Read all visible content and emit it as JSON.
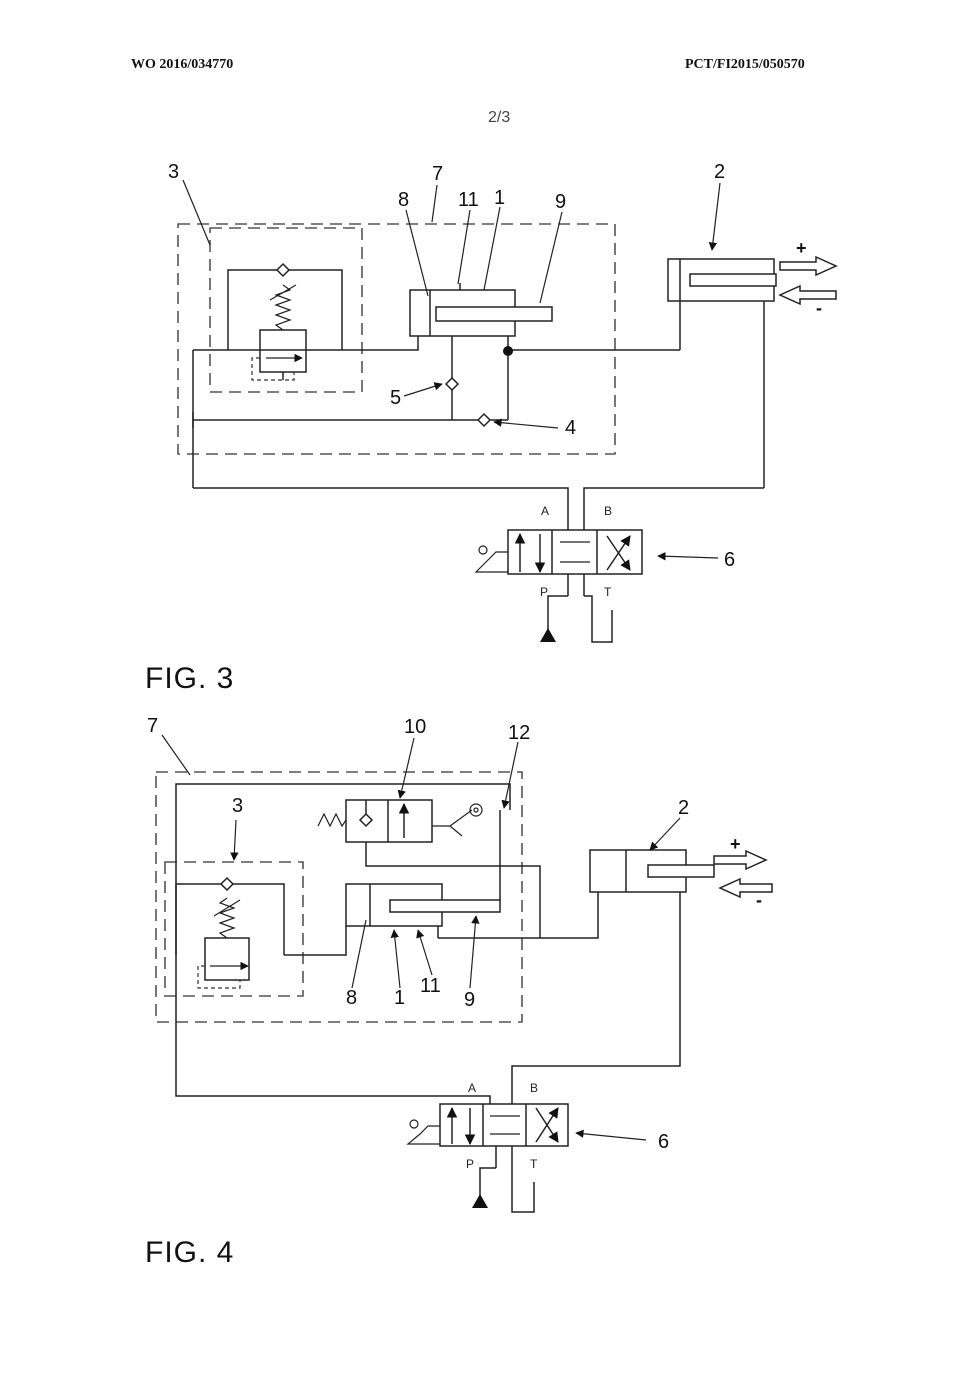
{
  "header": {
    "left": "WO 2016/034770",
    "right": "PCT/FI2015/050570"
  },
  "page_number": "2/3",
  "fig3": {
    "caption": "FIG. 3",
    "refs": {
      "r3": "3",
      "r7": "7",
      "r8": "8",
      "r11": "11",
      "r1": "1",
      "r9": "9",
      "r2": "2",
      "r5": "5",
      "r4": "4",
      "r6": "6"
    },
    "ports": {
      "a": "A",
      "b": "B",
      "p": "P",
      "t": "T"
    },
    "signs": {
      "plus": "+",
      "minus": "-"
    }
  },
  "fig4": {
    "caption": "FIG. 4",
    "refs": {
      "r7": "7",
      "r10": "10",
      "r12": "12",
      "r3": "3",
      "r2": "2",
      "r8": "8",
      "r1": "1",
      "r11": "11",
      "r9": "9",
      "r6": "6"
    },
    "ports": {
      "a": "A",
      "b": "B",
      "p": "P",
      "t": "T"
    },
    "signs": {
      "plus": "+",
      "minus": "-"
    }
  }
}
